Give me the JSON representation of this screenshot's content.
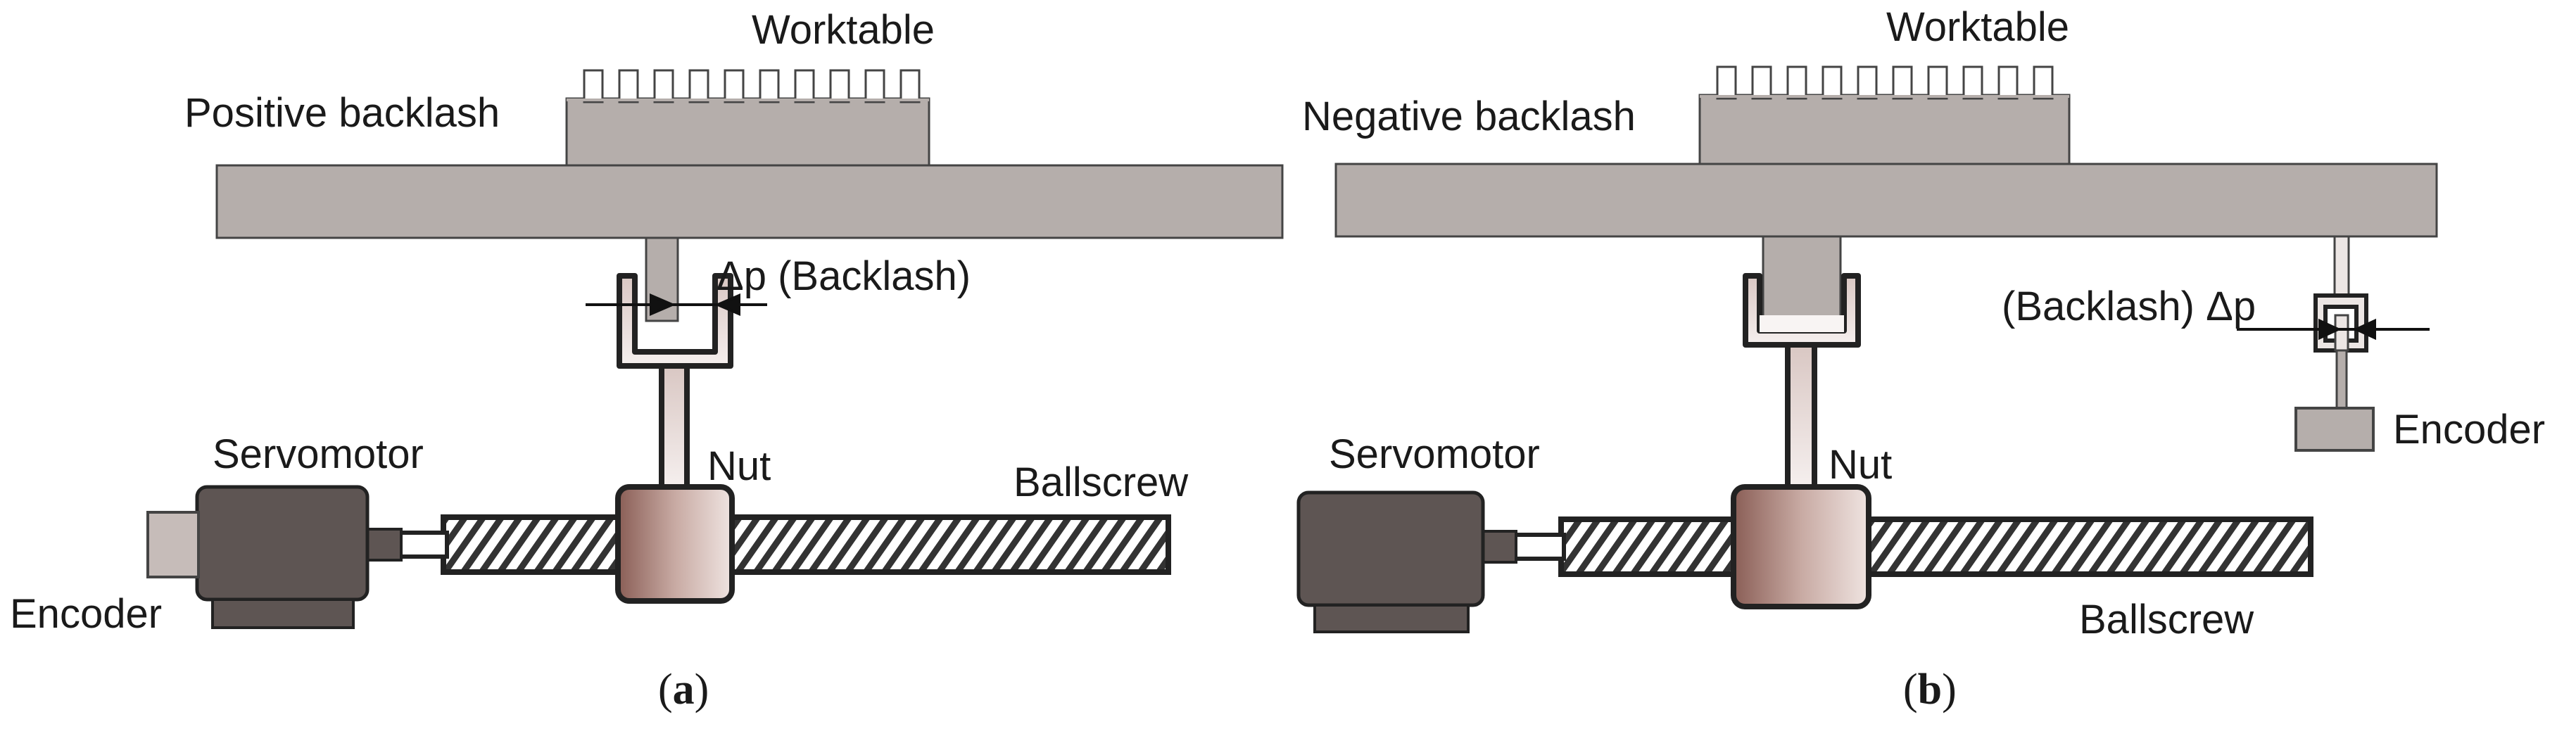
{
  "panel_a": {
    "worktable": "Worktable",
    "backlash_type": "Positive backlash",
    "delta_label": "Δp (Backlash)",
    "servomotor": "Servomotor",
    "nut": "Nut",
    "ballscrew": "Ballscrew",
    "encoder": "Encoder",
    "caption_letter": "a"
  },
  "panel_b": {
    "worktable": "Worktable",
    "backlash_type": "Negative backlash",
    "delta_label": "(Backlash) Δp",
    "servomotor": "Servomotor",
    "nut": "Nut",
    "ballscrew": "Ballscrew",
    "encoder": "Encoder",
    "caption_letter": "b"
  },
  "colors": {
    "table_gray": "#b5aeab",
    "motor_dark": "#5e5553",
    "nut_copper": "#a07a72",
    "outline": "#222222"
  }
}
